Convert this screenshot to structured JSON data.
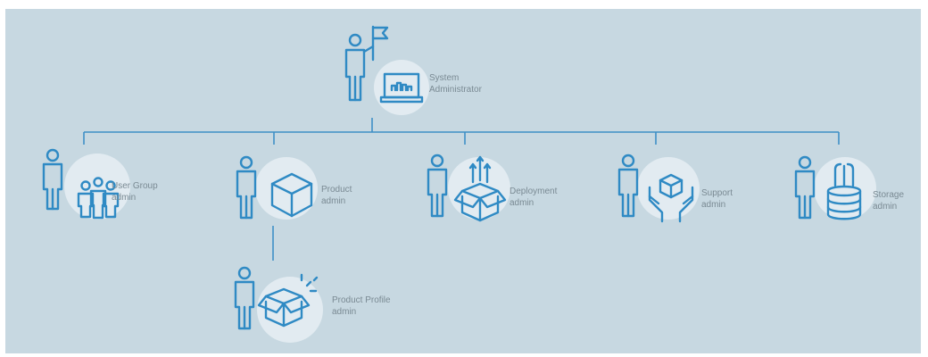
{
  "colors": {
    "background": "#c7d8e1",
    "line": "#3f8fc6",
    "icon_stroke": "#2f8ac4",
    "label_text": "#7a8a93"
  },
  "nodes": {
    "system_admin": {
      "line1": "System",
      "line2": "Administrator",
      "icon": "person-flag-laptop-icon"
    },
    "user_group": {
      "line1": "User Group",
      "line2": "admin",
      "icon": "people-group-icon"
    },
    "product": {
      "line1": "Product",
      "line2": "admin",
      "icon": "box-icon"
    },
    "deployment": {
      "line1": "Deployment",
      "line2": "admin",
      "icon": "open-box-arrows-icon"
    },
    "support": {
      "line1": "Support",
      "line2": "admin",
      "icon": "hands-box-icon"
    },
    "storage": {
      "line1": "Storage",
      "line2": "admin",
      "icon": "database-icon"
    },
    "product_profile": {
      "line1": "Product Profile",
      "line2": "admin",
      "icon": "open-box-sparkle-icon"
    }
  }
}
